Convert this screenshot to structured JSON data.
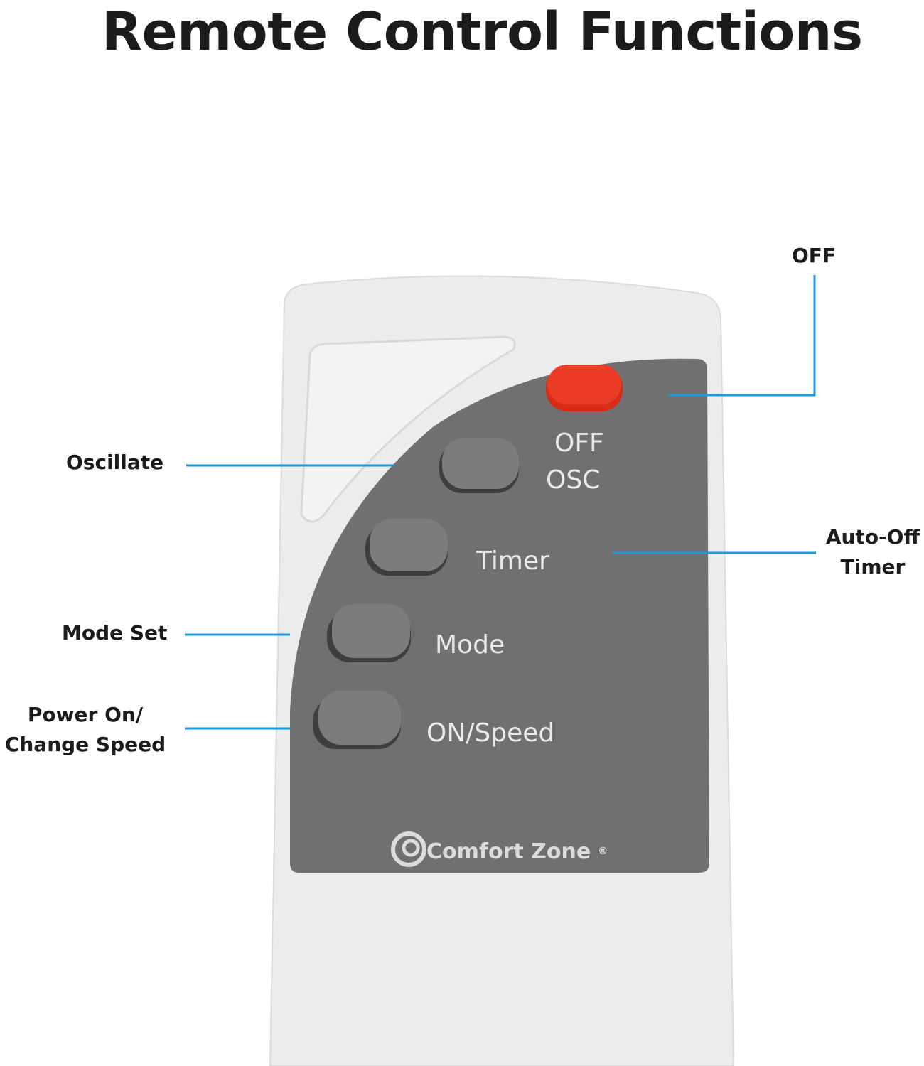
{
  "title": "Remote Control Functions",
  "callouts": {
    "off": "OFF",
    "oscillate": "Oscillate",
    "auto_off_line1": "Auto-Off",
    "auto_off_line2": "Timer",
    "mode_set": "Mode Set",
    "power_line1": "Power On/",
    "power_line2": "Change Speed"
  },
  "remote_keys": {
    "off": "OFF",
    "osc": "OSC",
    "timer": "Timer",
    "mode": "Mode",
    "on_speed": "ON/Speed"
  },
  "brand": {
    "name": "Comfort Zone",
    "mark": "®"
  },
  "colors": {
    "leader_line": "#1a9ad6",
    "panel_gray": "#6f6f71",
    "key_gray": "#7a7a7c",
    "off_key": "#e8361f",
    "remote_body": "#ededed"
  }
}
